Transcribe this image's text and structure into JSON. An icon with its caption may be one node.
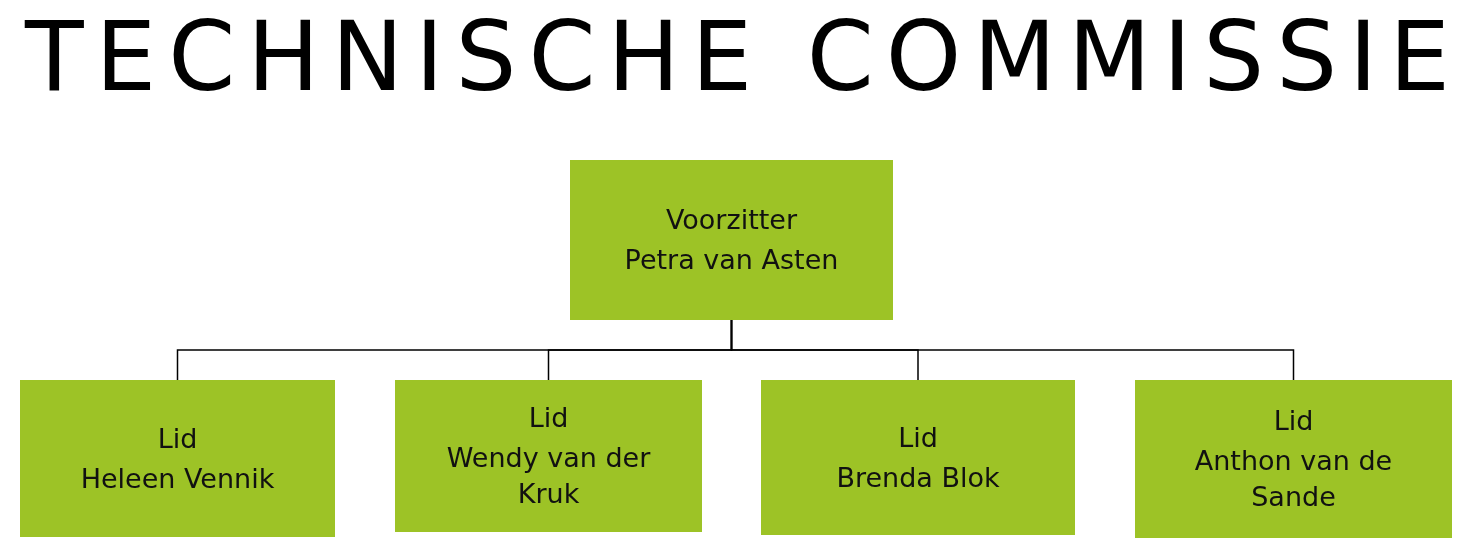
{
  "diagram": {
    "title": "TECHNISCHE COMMISSIE",
    "nodes": [
      {
        "text": [
          "Voorzitter",
          "Petra van Asten"
        ]
      },
      {
        "text": [
          "Lid",
          "Heleen Vennik"
        ]
      },
      {
        "text": [
          "Lid",
          "Wendy van der Kruk"
        ]
      },
      {
        "text": [
          "Lid",
          "Brenda Blok"
        ]
      },
      {
        "text": [
          "Lid",
          "Anthon van de Sande"
        ]
      }
    ],
    "edges": [
      {
        "from": 0,
        "to": 1,
        "arrow": "none"
      },
      {
        "from": 0,
        "to": 2,
        "arrow": "none"
      },
      {
        "from": 0,
        "to": 3,
        "arrow": "none"
      },
      {
        "from": 0,
        "to": 4,
        "arrow": "none"
      }
    ]
  }
}
